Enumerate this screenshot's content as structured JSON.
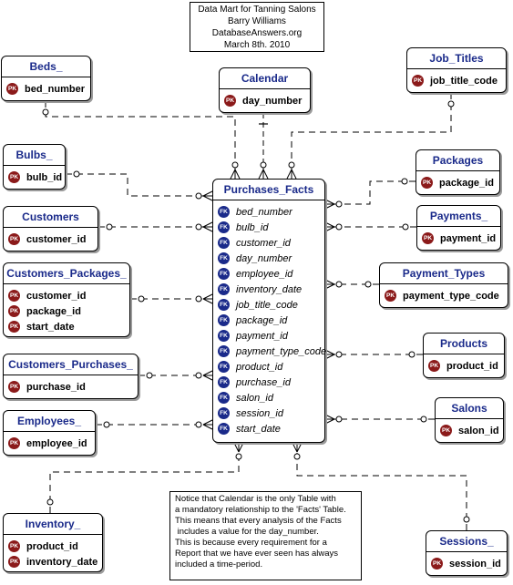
{
  "title_block": {
    "lines": [
      "Data Mart for Tanning Salons",
      "Barry Williams",
      "DatabaseAnswers.org",
      "March 8th. 2010"
    ]
  },
  "note": {
    "lines": [
      "Notice that Calendar is the only Table with",
      "a mandatory relationship to the 'Facts' Table.",
      "This means that every analysis of the Facts",
      " includes a value for the day_number.",
      "This is because every requirement for a",
      "Report that we have ever seen has always",
      "included a time-period."
    ]
  },
  "key_labels": {
    "pk": "PK",
    "fk": "FK"
  },
  "colors": {
    "entity_title": "#1a2a8a",
    "pk_badge": "#8b1a1a",
    "fk_badge": "#1a2a8a",
    "border": "#000000",
    "shadow": "#9a9a9a"
  },
  "entities": {
    "beds": {
      "title": "Beds_",
      "attrs": [
        {
          "name": "bed_number",
          "key": "pk"
        }
      ]
    },
    "calendar": {
      "title": "Calendar",
      "attrs": [
        {
          "name": "day_number",
          "key": "pk"
        }
      ]
    },
    "job_titles": {
      "title": "Job_Titles",
      "attrs": [
        {
          "name": "job_title_code",
          "key": "pk"
        }
      ]
    },
    "bulbs": {
      "title": "Bulbs_",
      "attrs": [
        {
          "name": "bulb_id",
          "key": "pk"
        }
      ]
    },
    "packages": {
      "title": "Packages",
      "attrs": [
        {
          "name": "package_id",
          "key": "pk"
        }
      ]
    },
    "customers": {
      "title": "Customers",
      "attrs": [
        {
          "name": "customer_id",
          "key": "pk"
        }
      ]
    },
    "payments": {
      "title": "Payments_",
      "attrs": [
        {
          "name": "payment_id",
          "key": "pk"
        }
      ]
    },
    "customers_packages": {
      "title": "Customers_Packages_",
      "attrs": [
        {
          "name": "customer_id",
          "key": "pk"
        },
        {
          "name": "package_id",
          "key": "pk"
        },
        {
          "name": "start_date",
          "key": "pk"
        }
      ]
    },
    "payment_types": {
      "title": "Payment_Types",
      "attrs": [
        {
          "name": "payment_type_code",
          "key": "pk"
        }
      ]
    },
    "products": {
      "title": "Products",
      "attrs": [
        {
          "name": "product_id",
          "key": "pk"
        }
      ]
    },
    "customers_purchases": {
      "title": "Customers_Purchases_",
      "attrs": [
        {
          "name": "purchase_id",
          "key": "pk"
        }
      ]
    },
    "salons": {
      "title": "Salons",
      "attrs": [
        {
          "name": "salon_id",
          "key": "pk"
        }
      ]
    },
    "employees": {
      "title": "Employees_",
      "attrs": [
        {
          "name": "employee_id",
          "key": "pk"
        }
      ]
    },
    "inventory": {
      "title": "Inventory_",
      "attrs": [
        {
          "name": "product_id",
          "key": "pk"
        },
        {
          "name": "inventory_date",
          "key": "pk"
        }
      ]
    },
    "sessions": {
      "title": "Sessions_",
      "attrs": [
        {
          "name": "session_id",
          "key": "pk"
        }
      ]
    },
    "purchases_facts": {
      "title": "Purchases_Facts",
      "attrs": [
        {
          "name": "bed_number",
          "key": "fk"
        },
        {
          "name": "bulb_id",
          "key": "fk"
        },
        {
          "name": "customer_id",
          "key": "fk"
        },
        {
          "name": "day_number",
          "key": "fk"
        },
        {
          "name": "employee_id",
          "key": "fk"
        },
        {
          "name": "inventory_date",
          "key": "fk"
        },
        {
          "name": "job_title_code",
          "key": "fk"
        },
        {
          "name": "package_id",
          "key": "fk"
        },
        {
          "name": "payment_id",
          "key": "fk"
        },
        {
          "name": "payment_type_code",
          "key": "fk"
        },
        {
          "name": "product_id",
          "key": "fk"
        },
        {
          "name": "purchase_id",
          "key": "fk"
        },
        {
          "name": "salon_id",
          "key": "fk"
        },
        {
          "name": "session_id",
          "key": "fk"
        },
        {
          "name": "start_date",
          "key": "fk"
        }
      ]
    }
  },
  "relationships": [
    {
      "from": "beds",
      "to": "purchases_facts",
      "optional": true
    },
    {
      "from": "calendar",
      "to": "purchases_facts",
      "optional": false
    },
    {
      "from": "job_titles",
      "to": "purchases_facts",
      "optional": true
    },
    {
      "from": "bulbs",
      "to": "purchases_facts",
      "optional": true
    },
    {
      "from": "packages",
      "to": "purchases_facts",
      "optional": true
    },
    {
      "from": "customers",
      "to": "purchases_facts",
      "optional": true
    },
    {
      "from": "payments",
      "to": "purchases_facts",
      "optional": true
    },
    {
      "from": "customers_packages",
      "to": "purchases_facts",
      "optional": true
    },
    {
      "from": "payment_types",
      "to": "purchases_facts",
      "optional": true
    },
    {
      "from": "products",
      "to": "purchases_facts",
      "optional": true
    },
    {
      "from": "customers_purchases",
      "to": "purchases_facts",
      "optional": true
    },
    {
      "from": "salons",
      "to": "purchases_facts",
      "optional": true
    },
    {
      "from": "employees",
      "to": "purchases_facts",
      "optional": true
    },
    {
      "from": "inventory",
      "to": "purchases_facts",
      "optional": true
    },
    {
      "from": "sessions",
      "to": "purchases_facts",
      "optional": true
    }
  ]
}
